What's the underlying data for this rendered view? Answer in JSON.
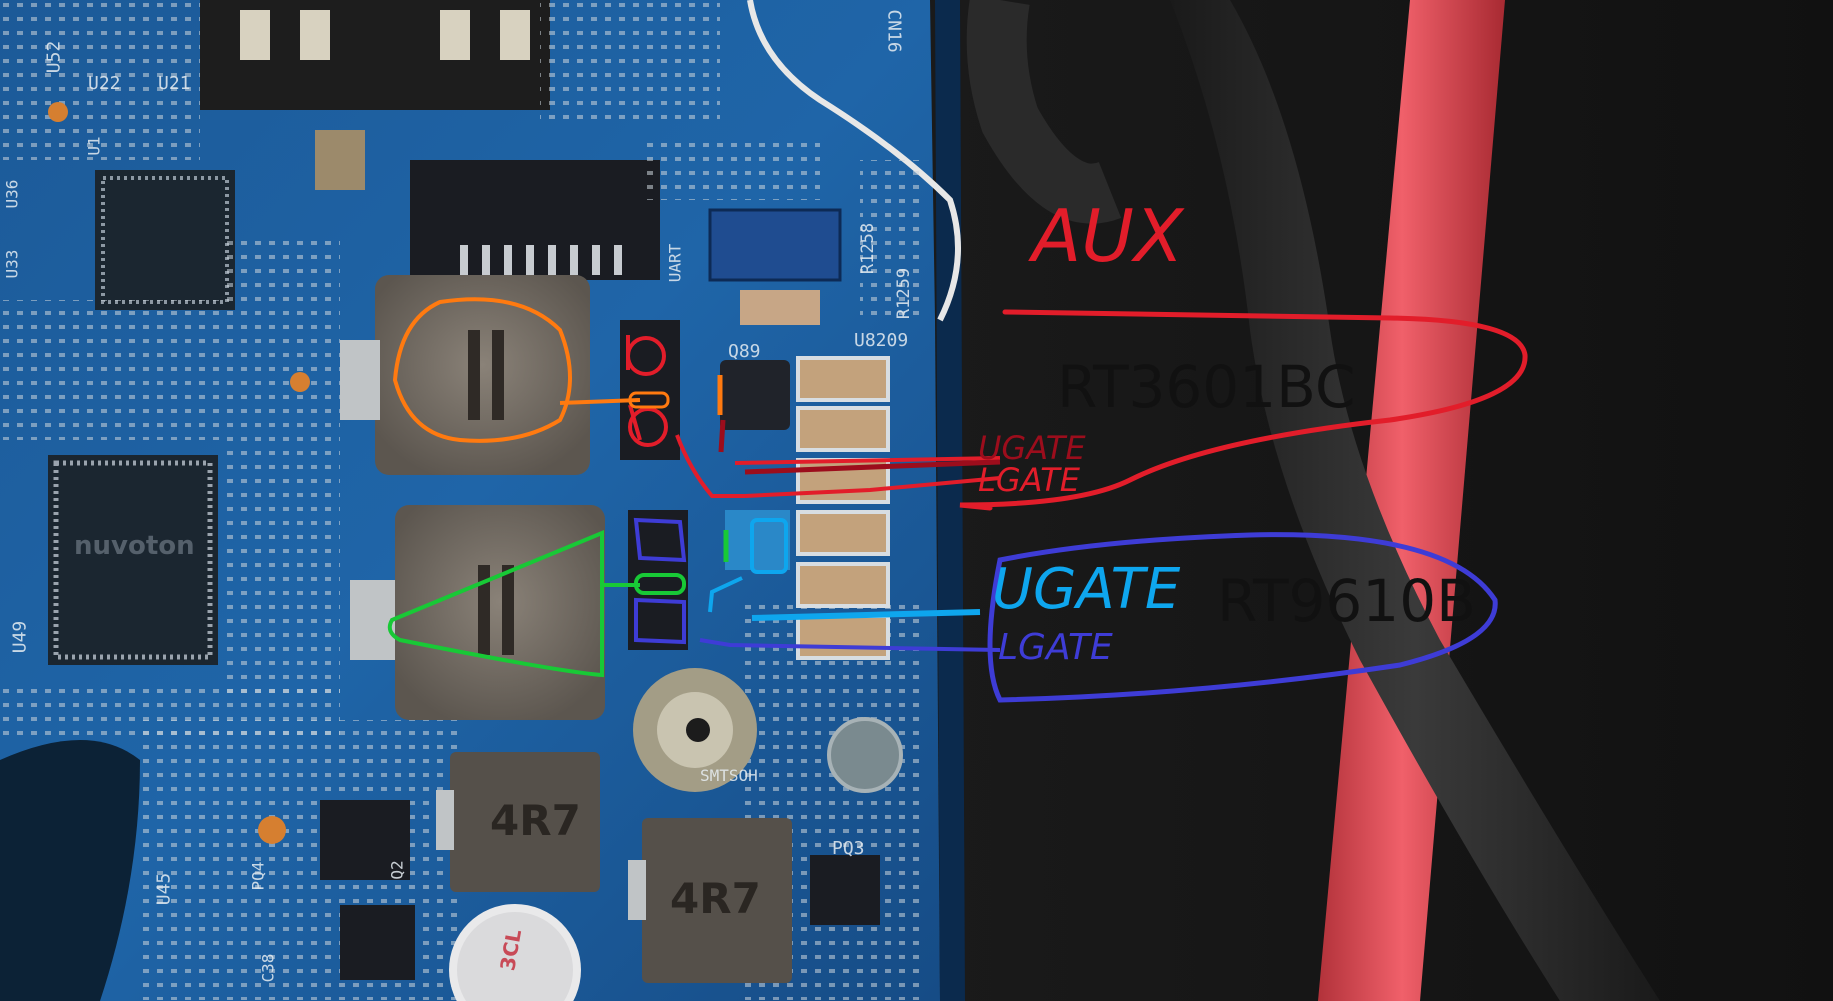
{
  "annotations": {
    "aux_label": "AUX",
    "controller_top": "RT3601BC",
    "controller_bottom": "RT9610B",
    "top_ugate": "UGATE",
    "top_lgate": "LGATE",
    "bottom_ugate": "UGATE",
    "bottom_lgate": "LGATE"
  },
  "board": {
    "chip_marking": "nuvoton",
    "inductor_marking_1": "4R7",
    "inductor_marking_2": "4R7",
    "cap_marking": "3CL"
  },
  "silkscreen": {
    "u52": "U52",
    "u22": "U22",
    "u21": "U21",
    "u1": "U1",
    "u36": "U36",
    "u33": "U33",
    "u49": "U49",
    "u45": "U45",
    "q89": "Q89",
    "u8209": "U8209",
    "cn16": "CN16",
    "r1258": "R1258",
    "r1259": "R1259",
    "pq3": "PQ3",
    "pq4": "PQ4",
    "q2": "Q2",
    "smtsoh": "SMTSOH",
    "uart": "UART",
    "c38": "C38"
  },
  "colors": {
    "aux_red": "#e21d2a",
    "orange": "#ff7a10",
    "dark_red": "#9c0d1c",
    "green": "#18c936",
    "light_blue": "#0ea6ee",
    "indigo": "#3e3cd6",
    "pcb_blue": "#1f5c9a",
    "cloth": "#141414"
  }
}
